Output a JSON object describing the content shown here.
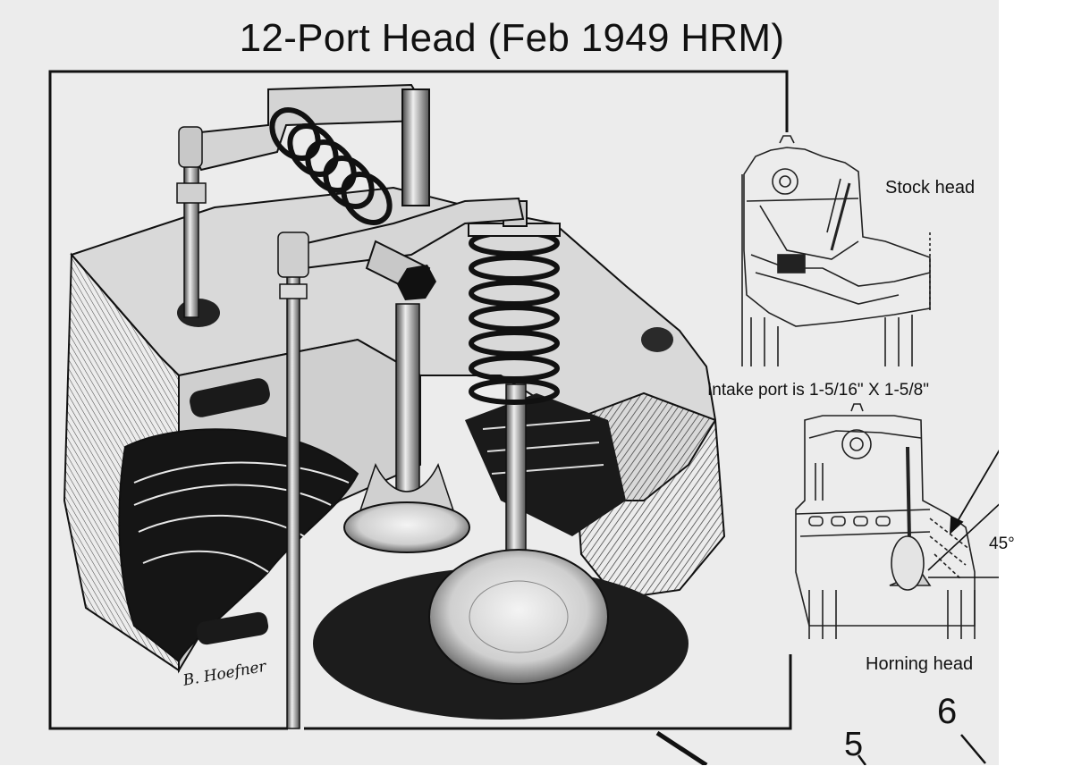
{
  "title": "12-Port Head (Feb 1949 HRM)",
  "labels": {
    "stock_head": "Stock head",
    "intake_port": "Intake port is 1-5/16\" X 1-5/8\"",
    "angle": "45°",
    "horning_head": "Horning head",
    "figure_5": "5",
    "figure_6": "6"
  },
  "signature": "B. Hoefner"
}
